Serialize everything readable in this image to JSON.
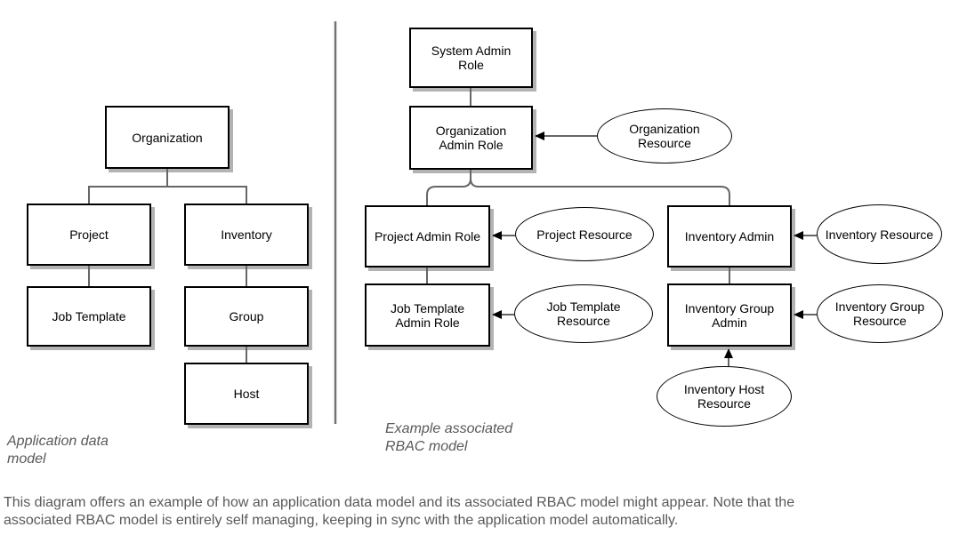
{
  "colors": {
    "background": "#ffffff",
    "box_border": "#000000",
    "box_fill": "#ffffff",
    "box_shadow": "#b3b3b3",
    "connector": "#666666",
    "arrowhead": "#000000",
    "divider": "#737373",
    "node_text": "#000000",
    "label_text": "#595959"
  },
  "left_diagram": {
    "label": "Application data model",
    "label_lines": [
      "Application data",
      "model"
    ],
    "nodes": {
      "organization": {
        "label": "Organization",
        "shape": "box",
        "lines": [
          "Organization"
        ]
      },
      "project": {
        "label": "Project",
        "shape": "box",
        "lines": [
          "Project"
        ]
      },
      "inventory": {
        "label": "Inventory",
        "shape": "box",
        "lines": [
          "Inventory"
        ]
      },
      "job_template": {
        "label": "Job Template",
        "shape": "box",
        "lines": [
          "Job Template"
        ]
      },
      "group": {
        "label": "Group",
        "shape": "box",
        "lines": [
          "Group"
        ]
      },
      "host": {
        "label": "Host",
        "shape": "box",
        "lines": [
          "Host"
        ]
      }
    },
    "edges": [
      {
        "from": "organization",
        "to": "project",
        "style": "line"
      },
      {
        "from": "organization",
        "to": "inventory",
        "style": "line"
      },
      {
        "from": "project",
        "to": "job_template",
        "style": "line"
      },
      {
        "from": "inventory",
        "to": "group",
        "style": "line"
      },
      {
        "from": "group",
        "to": "host",
        "style": "line"
      }
    ]
  },
  "right_diagram": {
    "label": "Example associated RBAC model",
    "label_lines": [
      "Example associated",
      "RBAC model"
    ],
    "nodes": {
      "system_admin_role": {
        "label": "System Admin Role",
        "shape": "box",
        "lines": [
          "System Admin",
          "Role"
        ]
      },
      "organization_admin_role": {
        "label": "Organization Admin Role",
        "shape": "box",
        "lines": [
          "Organization",
          "Admin Role"
        ]
      },
      "project_admin_role": {
        "label": "Project Admin Role",
        "shape": "box",
        "lines": [
          "Project Admin Role"
        ]
      },
      "inventory_admin": {
        "label": "Inventory Admin",
        "shape": "box",
        "lines": [
          "Inventory Admin"
        ]
      },
      "job_template_admin_role": {
        "label": "Job Template Admin Role",
        "shape": "box",
        "lines": [
          "Job Template",
          "Admin Role"
        ]
      },
      "inventory_group_admin": {
        "label": "Inventory Group Admin",
        "shape": "box",
        "lines": [
          "Inventory Group",
          "Admin"
        ]
      },
      "organization_resource": {
        "label": "Organization Resource",
        "shape": "ellipse",
        "lines": [
          "Organization",
          "Resource"
        ]
      },
      "project_resource": {
        "label": "Project Resource",
        "shape": "ellipse",
        "lines": [
          "Project Resource"
        ]
      },
      "inventory_resource": {
        "label": "Inventory Resource",
        "shape": "ellipse",
        "lines": [
          "Inventory Resource"
        ]
      },
      "job_template_resource": {
        "label": "Job Template Resource",
        "shape": "ellipse",
        "lines": [
          "Job Template",
          "Resource"
        ]
      },
      "inventory_group_resource": {
        "label": "Inventory Group Resource",
        "shape": "ellipse",
        "lines": [
          "Inventory Group",
          "Resource"
        ]
      },
      "inventory_host_resource": {
        "label": "Inventory Host Resource",
        "shape": "ellipse",
        "lines": [
          "Inventory Host",
          "Resource"
        ]
      }
    },
    "edges": [
      {
        "from": "system_admin_role",
        "to": "organization_admin_role",
        "style": "line"
      },
      {
        "from": "organization_admin_role",
        "to": "project_admin_role",
        "style": "line"
      },
      {
        "from": "organization_admin_role",
        "to": "inventory_admin",
        "style": "line"
      },
      {
        "from": "project_admin_role",
        "to": "job_template_admin_role",
        "style": "line"
      },
      {
        "from": "inventory_admin",
        "to": "inventory_group_admin",
        "style": "line"
      },
      {
        "from": "organization_resource",
        "to": "organization_admin_role",
        "style": "arrow"
      },
      {
        "from": "project_resource",
        "to": "project_admin_role",
        "style": "arrow"
      },
      {
        "from": "inventory_resource",
        "to": "inventory_admin",
        "style": "arrow"
      },
      {
        "from": "job_template_resource",
        "to": "job_template_admin_role",
        "style": "arrow"
      },
      {
        "from": "inventory_group_resource",
        "to": "inventory_group_admin",
        "style": "arrow"
      },
      {
        "from": "inventory_host_resource",
        "to": "inventory_group_admin",
        "style": "arrow"
      }
    ]
  },
  "caption": {
    "text": "This diagram offers an example of how an application data model and its associated RBAC model might appear. Note that the associated RBAC model is entirely self managing, keeping in sync with the application model automatically.",
    "lines": [
      "This diagram offers an example of how an application data model and its associated RBAC model might appear. Note that the",
      "associated RBAC model is entirely self managing, keeping in sync with the application model automatically."
    ]
  }
}
